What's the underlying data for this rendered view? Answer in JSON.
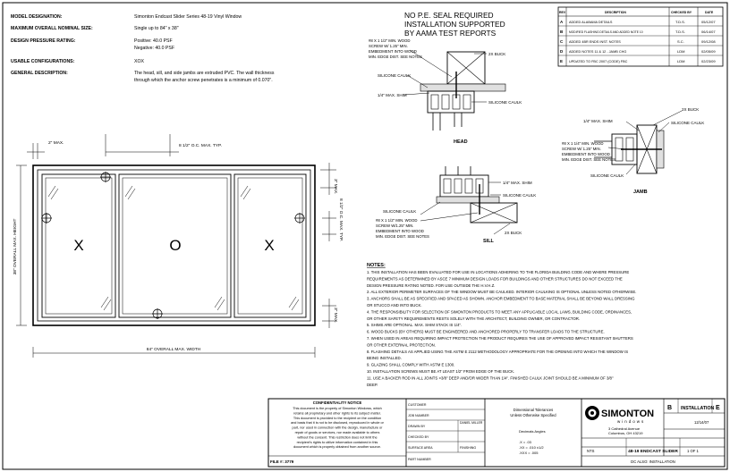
{
  "specs": [
    {
      "label": "MODEL DESIGNATION:",
      "value": "Simonton Endcast Slider Series 48-19 Vinyl Window"
    },
    {
      "label": "MAXIMUM OVERALL NOMINAL SIZE:",
      "value": "Single up to 84\" x 38\""
    },
    {
      "label": "DESIGN PRESSURE RATING:",
      "value": "Positive: 40.0 PSF"
    },
    {
      "label": "",
      "value": "Negative: 40.0 PSF"
    },
    {
      "label": "USABLE CONFIGURATIONS:",
      "value": "XOX"
    },
    {
      "label": "GENERAL DESCRIPTION:",
      "value": "The head, sill, and side jambs are extruded PVC. The wall thickness"
    },
    {
      "label": "",
      "value": "through which the anchor screw penetrates is a minimum of 0.070\"."
    }
  ],
  "seal_note": [
    "NO P.E. SEAL REQUIRED",
    "INSTALLATION SUPPORTED",
    "BY AAMA TEST REPORTS"
  ],
  "revisions": {
    "headers": [
      "REV",
      "DESCRIPTION",
      "CHECKED BY",
      "DATE"
    ],
    "rows": [
      {
        "rev": "A",
        "desc": "ADDED ALABAMA DETAILS",
        "by": "T.D.S.",
        "date": "05/12/07"
      },
      {
        "rev": "B",
        "desc": "MODIFIED FLASHING DETAILS AND ADDED NOTE 10",
        "by": "T.D.S.",
        "date": "06/14/07"
      },
      {
        "rev": "C",
        "desc": "ADDED 4BR ENDS INST. NOTES",
        "by": "S.C.",
        "date": "09/12/08"
      },
      {
        "rev": "D",
        "desc": "ADDED NOTES 11 & 12 - JAMB CHG",
        "by": "LDM",
        "date": "02/05/09"
      },
      {
        "rev": "E",
        "desc": "UPDATED TO FBC 2007 (CODE) FBC",
        "by": "LDM",
        "date": "02/23/09"
      }
    ]
  },
  "head_detail": {
    "anchor": [
      "#8 X 1 1/2\" MIN. WOOD",
      "SCREW W/ 1.25\" MIN.",
      "EMBEDMENT INTO WOOD",
      "MIN. EDGE DIST. SEE NOTES"
    ],
    "buck": "2X BUCK",
    "sealant": "SILICONE CAULK",
    "shim": "1/4\" MAX. SHIM",
    "sealant2": "SILICONE CAULK",
    "title": "HEAD"
  },
  "sill_detail": {
    "shim": "1/4\" MAX. SHIM",
    "sealant": "SILICONE CAULK",
    "sealant2": "SILICONE CAULK",
    "anchor": [
      "#8 X 1 1/2\" MIN. WOOD",
      "SCREW W/1.25\" MIN.",
      "EMBEDMENT INTO WOOD",
      "MIN. EDGE DIST. SEE NOTES"
    ],
    "buck": "2X BUCK",
    "title": "SILL"
  },
  "jamb_detail": {
    "buck": "2X BUCK",
    "shim": "1/4\" MAX. SHIM",
    "sealant": "SILICONE CAULK",
    "anchor": [
      "#8 X 1 1/4\" MIN. WOOD",
      "SCREW W/ 1.25\" MIN.",
      "EMBEDMENT INTO WOOD",
      "MIN. EDGE DIST. SEE NOTES"
    ],
    "sealant2": "SILICONE CAULK",
    "title": "JAMB"
  },
  "elevation": {
    "sash_labels": [
      "X",
      "O",
      "X"
    ],
    "width_label": "84\" OVERALL MAX. WIDTH",
    "height_label": "38\" OVERALL MAX. HEIGHT",
    "top_edge": "2\" MAX.",
    "anchor_spacing": "8 1/2\" O.C. MAX. TYP.",
    "right_top": "3\" MAX.",
    "right_mid": "8 1/2\" O.C. MAX. TYP.",
    "right_bottom": "3\" MAX."
  },
  "notes": {
    "title": "NOTES:",
    "items": [
      "1. THIS INSTALLATION HAS BEEN EVALUATED FOR USE IN LOCATIONS ADHERING TO THE FLORIDA BUILDING CODE AND WHERE PRESSURE",
      "    REQUIREMENTS AS DETERMINED BY ASCE 7 MINIMUM DESIGN LOADS FOR BUILDINGS AND OTHER STRUCTURES DO NOT EXCEED THE",
      "    DESIGN PRESSURE RATING NOTED. FOR USE OUTSIDE THE H.V.H.Z.",
      "2. ALL EXTERIOR PERIMETER SURFACES OF THE WINDOW MUST BE CAULKED. INTERIOR CAULKING IS OPTIONAL UNLESS NOTED OTHERWISE.",
      "3. ANCHORS SHALL BE AS SPECIFIED AND SPACED AS SHOWN. ANCHOR EMBEDMENT TO BASE MATERIAL SHALL BE BEYOND WALL DRESSING",
      "    OR STUCCO AND INTO BUCK.",
      "4. THE RESPONSIBILITY FOR SELECTION OF SIMONTON PRODUCTS TO MEET ANY APPLICABLE LOCAL LAWS, BUILDING CODE, ORDINANCES,",
      "    OR OTHER SAFETY REQUIREMENTS RESTS SOLELY WITH THE ARCHITECT, BUILDING OWNER, OR CONTRACTOR.",
      "5. SHIMS ARE OPTIONAL. MAX. SHIM STACK IS 1/4\".",
      "6. WOOD BUCKS (BY OTHERS) MUST BE ENGINEERED AND ANCHORED PROPERLY TO TRANSFER LOADS TO THE STRUCTURE.",
      "7. WHEN USED IN AREAS REQUIRING IMPACT PROTECTION THE PRODUCT REQUIRES THE USE OF APPROVED IMPACT RESISTANT SHUTTERS",
      "    OR OTHER EXTERNAL PROTECTION.",
      "8. FLASHING DETAILS AS APPLIED USING THE ASTM E 2112 METHODOLOGY APPROPRIATE FOR THE OPENING INTO WHICH THE WINDOW IS",
      "    BEING INSTALLED.",
      "9. GLAZING SHALL COMPLY WITH ASTM E 1300.",
      "10. INSTALLATION SCREWS MUST BE AT LEAST 1/2\" FROM EDGE OF THE BUCK.",
      "11. USE A BACKER ROD IN ALL JOINTS >3/8\" DEEP AND/OR WIDER THAN 1/4\". FINISHED CAULK JOINT SHOULD BE A MINIMUM OF 3/8\"",
      "    DEEP."
    ]
  },
  "title_block": {
    "confidentiality_title": "CONFIDENTIALITY NOTICE",
    "confidentiality": [
      "This document is the property of Simonton Windows, which",
      "retains all proprietary and other rights to its subject matter.",
      "This document is provided to the recipient on the condition",
      "and basis that it is not to be disclosed, reproduced in whole or",
      "part, nor used in connection with the design, manufacture or",
      "repair of goods or services, nor made available to others",
      "without the consent. This restriction does not limit the",
      "recipient's rights to utilize information contained in this",
      "document which is properly obtained from another source."
    ],
    "file": "FILE #: 3779",
    "fields": [
      {
        "label": "CUSTOMER",
        "value": ""
      },
      {
        "label": "JOB NUMBER",
        "value": ""
      },
      {
        "label": "DRAWN BY",
        "value": "DANIEL MILLER"
      },
      {
        "label": "CHECKED BY",
        "value": ""
      },
      {
        "label": "SURFACE AREA",
        "value": "FINISHING"
      },
      {
        "label": "PART NUMBER",
        "value": ""
      }
    ],
    "tolerance_title": [
      "Dimensional Tolerances",
      "Unless Otherwise Specified"
    ],
    "tolerance_rows": [
      "Decimals   Angles",
      ".X = .03",
      ".XX = .010   ±1/2",
      ".XXX = .005"
    ],
    "company": "SIMONTON",
    "company_sub": "windows",
    "address": [
      "3 Cathedral Avenue",
      "Columbus, OH 43219"
    ],
    "size": "B",
    "doc_num": "INSTALLATION",
    "rev": "E",
    "scale": "NTS",
    "date": "12/14/07",
    "sheet": "1 OF 1",
    "drawing_title": "48-19 ENDCAST SLIDER",
    "subtitle": "DC ALSO: INSTALLATION"
  }
}
